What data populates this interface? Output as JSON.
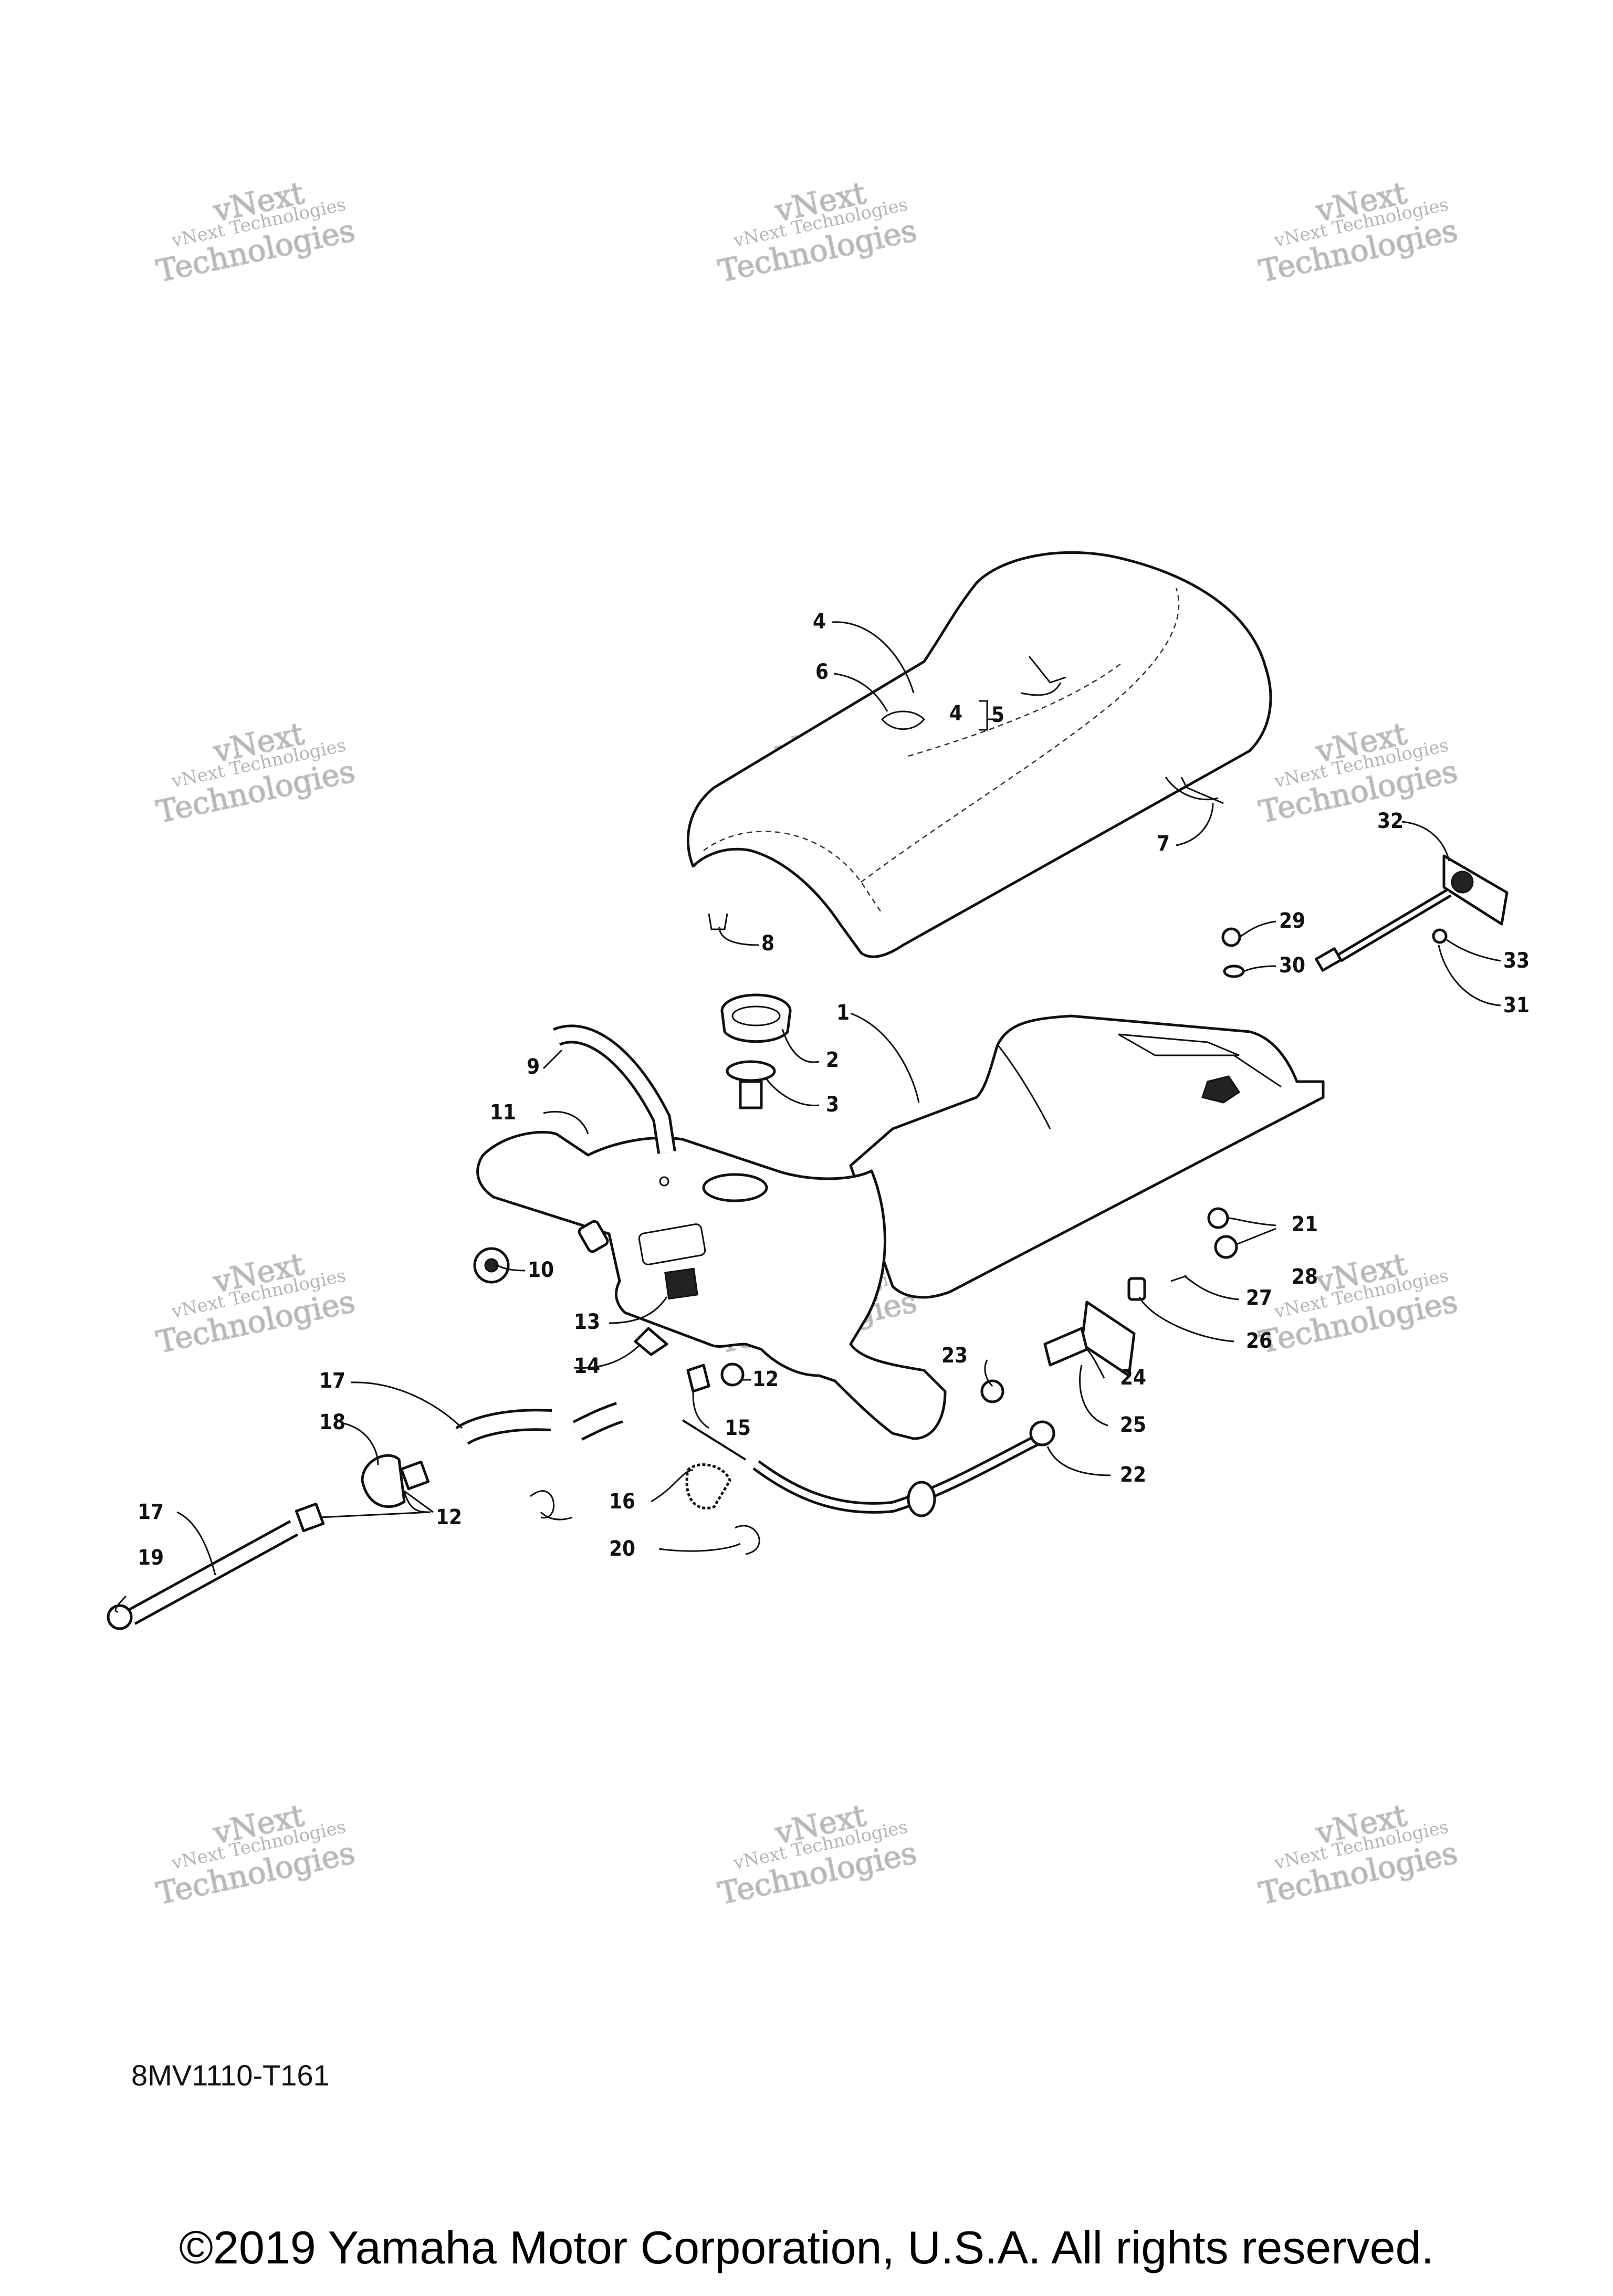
{
  "watermark": {
    "line1": "vNext Technologies",
    "line2": "Technologies",
    "line3": "vNext"
  },
  "callouts": {
    "c1": "1",
    "c2": "2",
    "c3": "3",
    "c4a": "4",
    "c4b": "4",
    "c5": "5",
    "c6": "6",
    "c7": "7",
    "c8": "8",
    "c9": "9",
    "c10": "10",
    "c11": "11",
    "c12a": "12",
    "c12b": "12",
    "c13": "13",
    "c14": "14",
    "c15": "15",
    "c16": "16",
    "c17a": "17",
    "c17b": "17",
    "c18": "18",
    "c19": "19",
    "c20": "20",
    "c21": "21",
    "c22": "22",
    "c23": "23",
    "c24": "24",
    "c25": "25",
    "c26": "26",
    "c27": "27",
    "c28": "28",
    "c29": "29",
    "c30": "30",
    "c31": "31",
    "c32": "32",
    "c33": "33"
  },
  "diagram_code": "8MV1110-T161",
  "copyright": "©2019 Yamaha Motor Corporation, U.S.A. All rights reserved."
}
